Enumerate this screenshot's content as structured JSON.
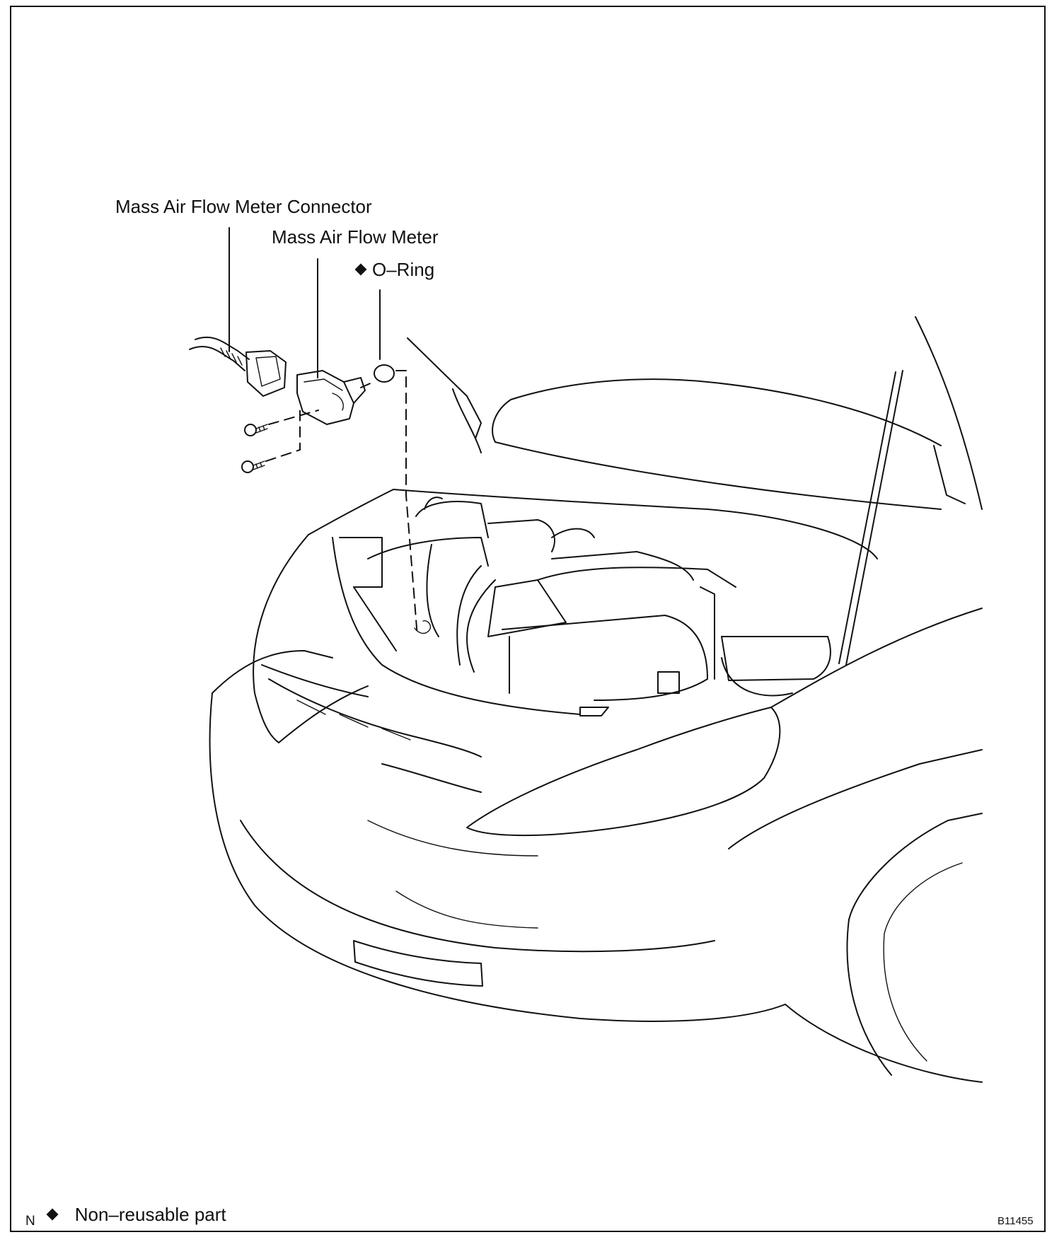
{
  "labels": {
    "connector": "Mass Air Flow Meter Connector",
    "meter": "Mass Air Flow Meter",
    "oring": "O–Ring"
  },
  "legend": {
    "corner_mark": "N",
    "text": "Non–reusable part"
  },
  "figure_code": "B11455"
}
